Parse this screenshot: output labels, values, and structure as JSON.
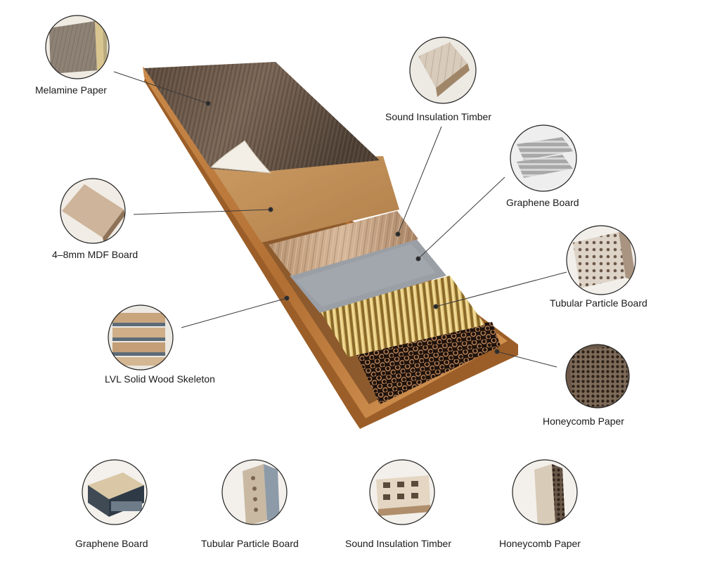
{
  "callouts": {
    "melamine": "Melamine Paper",
    "mdf": "4–8mm MDF Board",
    "lvl": "LVL Solid Wood Skeleton",
    "sound": "Sound Insulation Timber",
    "graphene": "Graphene Board",
    "tubular": "Tubular Particle Board",
    "honeycomb": "Honeycomb Paper"
  },
  "bottom_row": {
    "graphene": "Graphene Board",
    "tubular": "Tubular Particle Board",
    "sound": "Sound Insulation Timber",
    "honeycomb": "Honeycomb Paper"
  }
}
